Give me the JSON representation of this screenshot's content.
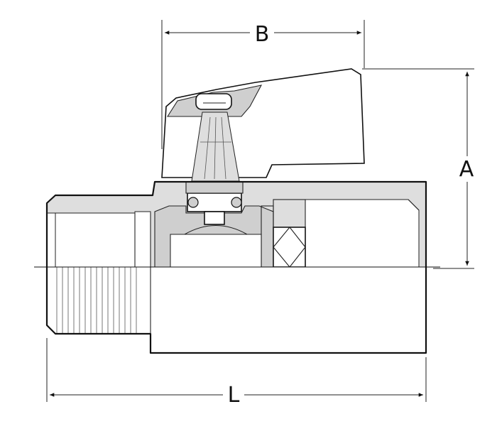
{
  "diagram": {
    "dimension_labels": {
      "width": "B",
      "height": "A",
      "length": "L"
    }
  }
}
